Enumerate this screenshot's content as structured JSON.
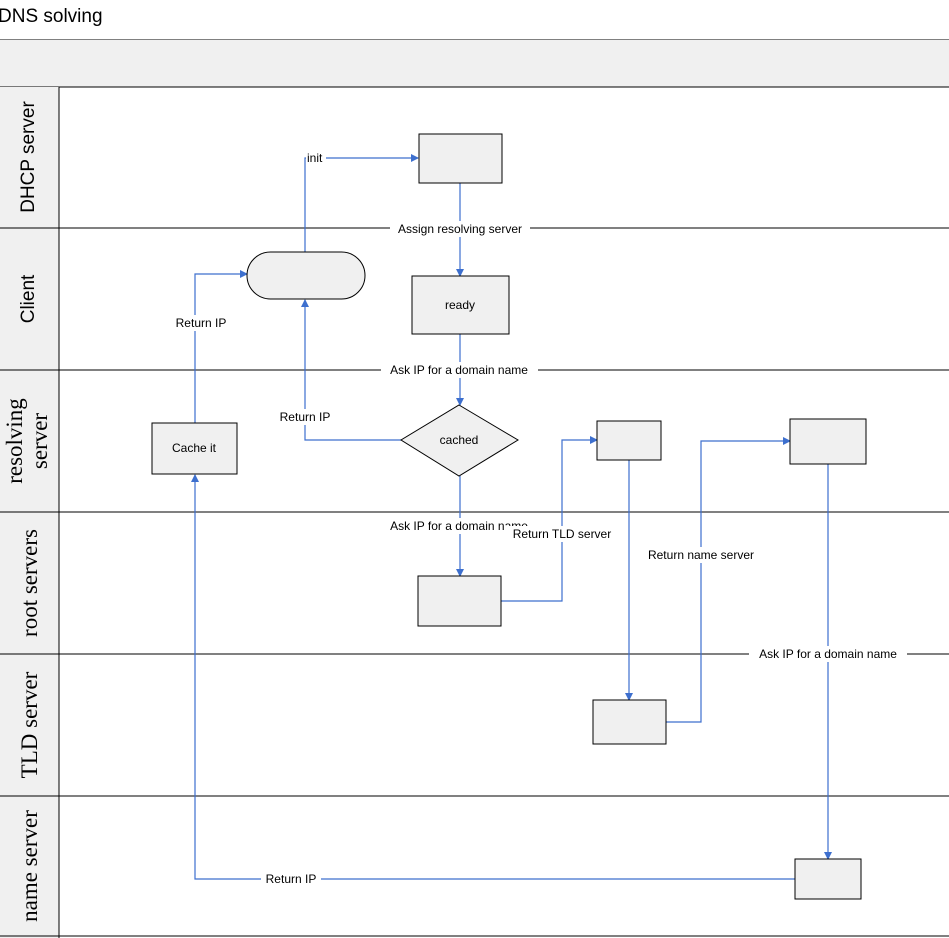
{
  "title": "DNS solving",
  "lanes": [
    {
      "label": "DHCP server",
      "style": "sans"
    },
    {
      "label": "Client",
      "style": "sans"
    },
    {
      "label": "resolving server",
      "label_lines": [
        "resolving",
        "server"
      ],
      "style": "serif"
    },
    {
      "label": "root servers",
      "style": "serif"
    },
    {
      "label": "TLD server",
      "style": "serif"
    },
    {
      "label": "name server",
      "style": "serif"
    }
  ],
  "nodes": {
    "dhcp_box": "",
    "client_start": "",
    "ready": "ready",
    "cache_it": "Cache it",
    "cached": "cached",
    "resolver_box_1": "",
    "resolver_box_2": "",
    "root_box": "",
    "tld_box": "",
    "name_server_box": ""
  },
  "edge_labels": {
    "init": "init",
    "assign": "Assign resolving server",
    "return_ip_client": "Return IP",
    "ask_ip_client": "Ask IP for a domain name",
    "return_ip_cached": "Return IP",
    "ask_ip_root": "Ask IP for a domain name",
    "return_tld": "Return TLD server",
    "return_name_server": "Return name server",
    "ask_ip_tld": "Ask IP for a domain name",
    "return_ip_name": "Return IP"
  },
  "colors": {
    "arrow": "#3d6fce",
    "box_fill": "#f0f0f0",
    "header_fill": "#f0f0f0",
    "line": "#000000"
  }
}
